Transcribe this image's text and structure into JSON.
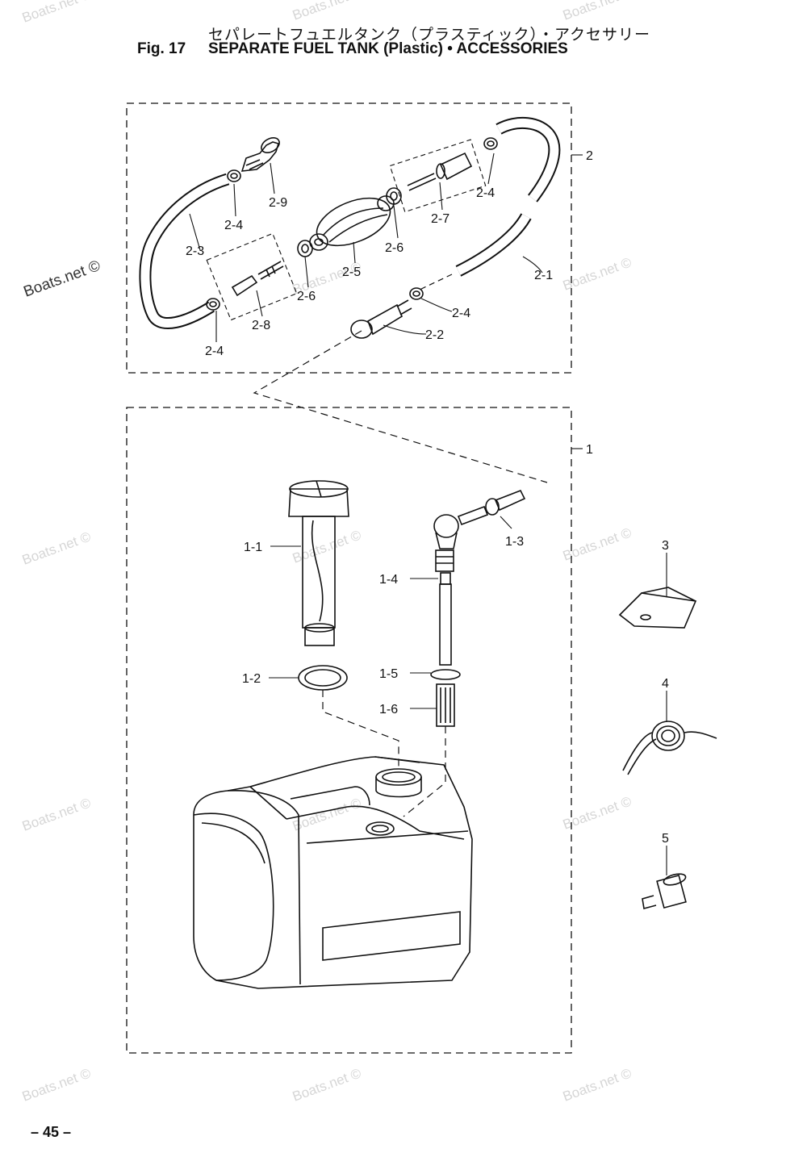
{
  "header": {
    "title_jp": "セパレートフュエルタンク（プラスティック）・アクセサリー",
    "fig_label": "Fig. 17",
    "title_en": "SEPARATE FUEL TANK (Plastic) • ACCESSORIES"
  },
  "watermark": "Boats.net ©",
  "page_number": "– 45 –",
  "part_labels": {
    "p2": "2",
    "p2_1": "2-1",
    "p2_2": "2-2",
    "p2_3": "2-3",
    "p2_4a": "2-4",
    "p2_4b": "2-4",
    "p2_4c": "2-4",
    "p2_4d": "2-4",
    "p2_5": "2-5",
    "p2_6a": "2-6",
    "p2_6b": "2-6",
    "p2_7": "2-7",
    "p2_8": "2-8",
    "p2_9": "2-9",
    "p1": "1",
    "p1_1": "1-1",
    "p1_2": "1-2",
    "p1_3": "1-3",
    "p1_4": "1-4",
    "p1_5": "1-5",
    "p1_6": "1-6",
    "p3": "3",
    "p4": "4",
    "p5": "5"
  }
}
